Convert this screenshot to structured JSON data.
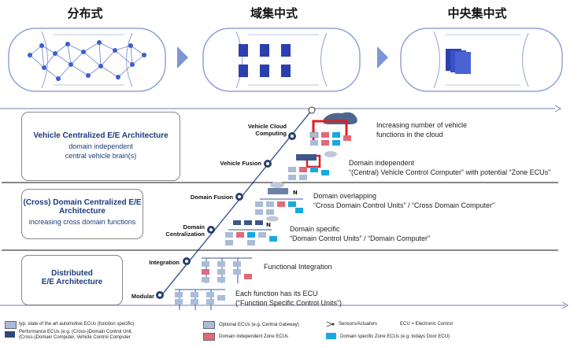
{
  "headers": {
    "distributed": "分布式",
    "domain": "域集中式",
    "central": "中央集中式"
  },
  "left_boxes": [
    {
      "title": "Vehicle Centralized E/E Architecture",
      "sub1": "domain independent",
      "sub2": "central vehicle brain(s)"
    },
    {
      "title": "(Cross) Domain Centralized E/E",
      "title2": "Architecture",
      "sub1": "increasing cross domain functions"
    },
    {
      "title": "Distributed",
      "title2": "E/E Architecture"
    }
  ],
  "stages": [
    {
      "label": "Vehicle Cloud",
      "label2": "Computing",
      "desc1": "Increasing number of vehicle",
      "desc2": "functions in the cloud"
    },
    {
      "label": "Vehicle Fusion",
      "desc1": "Domain independent",
      "desc2": "“(Central) Vehicle Control Computer” with potential “Zone ECUs”"
    },
    {
      "label": "Domain Fusion",
      "desc1": "Domain overlapping",
      "desc2": "“Cross Domain Control Units” / “Cross Domain Computer”"
    },
    {
      "label": "Domain",
      "label2": "Centralization",
      "desc1": "Domain specific",
      "desc2": "“Domain Control Units” / “Domain Computer”"
    },
    {
      "label": "Integration",
      "desc1": "Functional Integration"
    },
    {
      "label": "Modular",
      "desc1": "Each function has its ECU",
      "desc2": "(“Function Specific Control Units”)"
    }
  ],
  "legend": {
    "typ": "typ. state of the art automotive ECUs (function specific)",
    "perf1": "Performance ECUs (e.g. (Cross-)Domain Control Unit,",
    "perf2": "(Cross-)Domain Computer, Vehicle Control Computer",
    "optional": "Optional ECUs (e.g. Central Gateway)",
    "zone": "Domain independent Zone ECUs",
    "sensors": "Sensors/Actuators",
    "ecu": "ECU = Electronic Control",
    "dzone": "Domain specific Zone ECUs (e.g. todays Door ECU)"
  },
  "colors": {
    "accent_blue": "#1a3d7c",
    "light_ecu": "#a9bcd9",
    "dark_ecu": "#2d4a78",
    "red": "#e02020",
    "cyan": "#19a9e0",
    "car_outline": "#8fa4d6"
  }
}
